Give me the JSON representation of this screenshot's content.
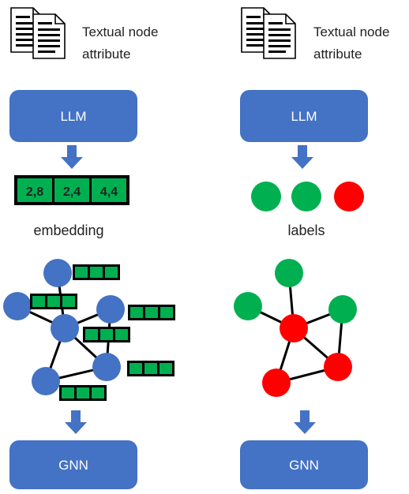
{
  "left_panel": {
    "doc_label_line1": "Textual node",
    "doc_label_line2": "attribute",
    "llm_label": "LLM",
    "embedding_cells": [
      "2,8",
      "2,4",
      "4,4"
    ],
    "embedding_caption": "embedding",
    "gnn_label": "GNN"
  },
  "right_panel": {
    "doc_label_line1": "Textual node",
    "doc_label_line2": "attribute",
    "llm_label": "LLM",
    "labels_caption": "labels",
    "gnn_label": "GNN"
  },
  "colors": {
    "box_blue": "#4472c4",
    "node_blue": "#4472c4",
    "green": "#00b050",
    "red": "#ff0000",
    "edge": "#000000"
  },
  "icons": [
    "document-stack-icon",
    "arrow-down-icon"
  ]
}
